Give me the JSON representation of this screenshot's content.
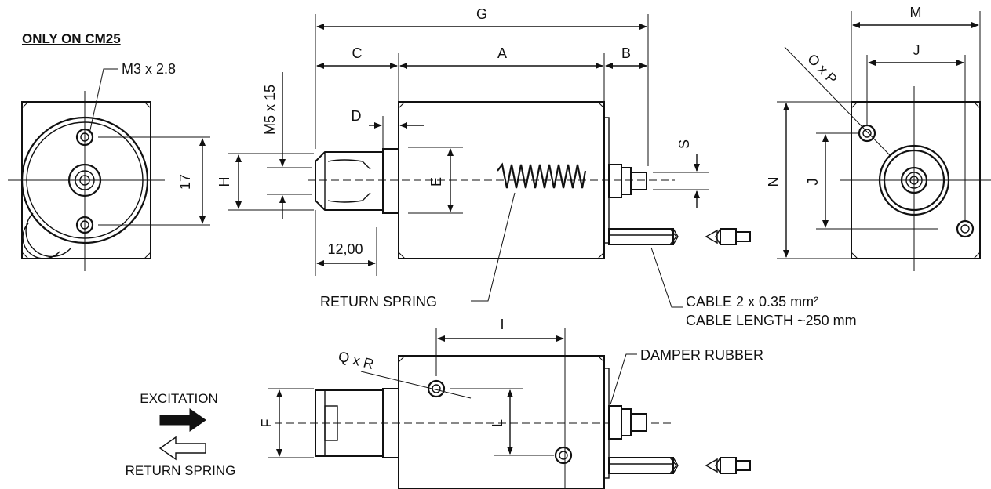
{
  "labels": {
    "only_on": "ONLY ON CM25",
    "m3": "M3 x 2.8",
    "dim_17": "17",
    "dim_g": "G",
    "dim_c": "C",
    "dim_a": "A",
    "dim_b": "B",
    "dim_m": "M",
    "dim_j_top": "J",
    "dim_oxp": "O x P",
    "m5": "M5 x 15",
    "dim_d": "D",
    "dim_h": "H",
    "dim_e": "E",
    "dim_s": "S",
    "dim_n": "N",
    "dim_j_side": "J",
    "dim_12": "12,00",
    "return_spring": "RETURN SPRING",
    "cable1": "CABLE 2 x 0.35 mm²",
    "cable2": "CABLE LENGTH ~250 mm",
    "dim_i": "I",
    "dim_qxr": "Q x R",
    "damper": "DAMPER RUBBER",
    "excitation": "EXCITATION",
    "dim_f": "F",
    "dim_l": "L",
    "return_spring_legend": "RETURN SPRING"
  }
}
